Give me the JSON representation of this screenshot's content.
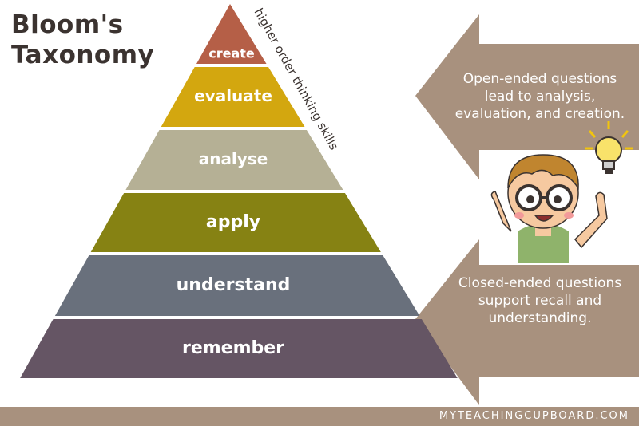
{
  "title": {
    "line1": "Bloom's",
    "line2": "Taxonomy"
  },
  "side_label": "higher order thinking skills",
  "tiers": [
    {
      "label": "create",
      "color": "#b55f47"
    },
    {
      "label": "evaluate",
      "color": "#d3a70f"
    },
    {
      "label": "analyse",
      "color": "#b5b095"
    },
    {
      "label": "apply",
      "color": "#868213"
    },
    {
      "label": "understand",
      "color": "#69707c"
    },
    {
      "label": "remember",
      "color": "#655564"
    }
  ],
  "callouts": {
    "top": {
      "line1": "Open-ended questions",
      "line2": "lead to analysis,",
      "line3": "evaluation, and creation."
    },
    "bottom": {
      "line1": "Closed-ended questions",
      "line2": "support recall and",
      "line3": "understanding."
    }
  },
  "colors": {
    "arrow": "#a8917e",
    "title": "#3b3330"
  },
  "footer": "MYTEACHINGCUPBOARD.COM",
  "icons": {
    "illustration": "boy-with-glasses-icon",
    "idea": "lightbulb-icon"
  }
}
